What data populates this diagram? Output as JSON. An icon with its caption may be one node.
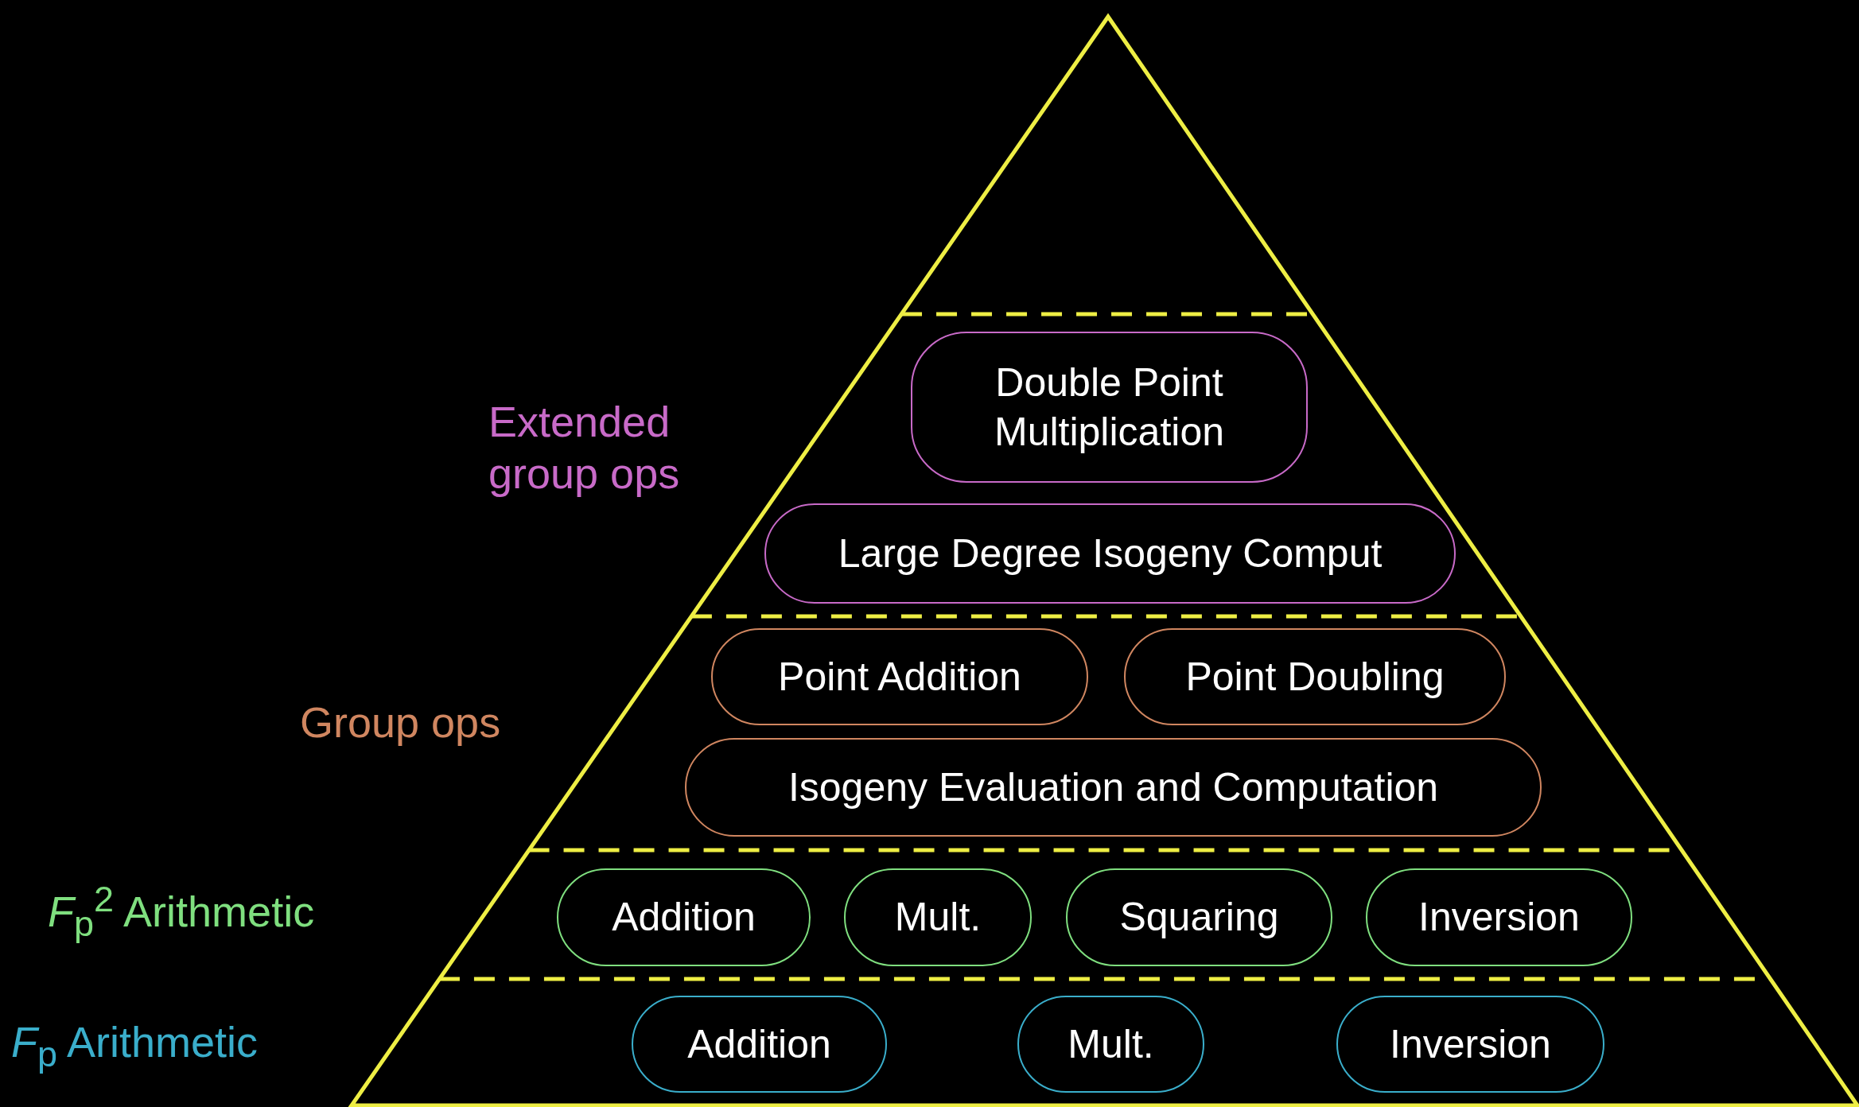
{
  "diagram": {
    "nodes": [
      {
        "text": [
          "Double Point Multiplication"
        ]
      },
      {
        "text": [
          "Large Degree Isogeny Comput"
        ]
      },
      {
        "text": [
          "Point Addition"
        ]
      },
      {
        "text": [
          "Point Doubling"
        ]
      },
      {
        "text": [
          "Isogeny Evaluation and Computation"
        ]
      },
      {
        "text": [
          "Addition"
        ]
      },
      {
        "text": [
          "Mult."
        ]
      },
      {
        "text": [
          "Squaring"
        ]
      },
      {
        "text": [
          "Inversion"
        ]
      },
      {
        "text": [
          "Addition"
        ]
      },
      {
        "text": [
          "Mult."
        ]
      },
      {
        "text": [
          "Inversion"
        ]
      }
    ],
    "labels": [
      "Extended group ops",
      "Group ops",
      "*F*$_{p}$$^{2}$ Arithmetic",
      "*F*$_{p}$ Arithmetic"
    ]
  }
}
